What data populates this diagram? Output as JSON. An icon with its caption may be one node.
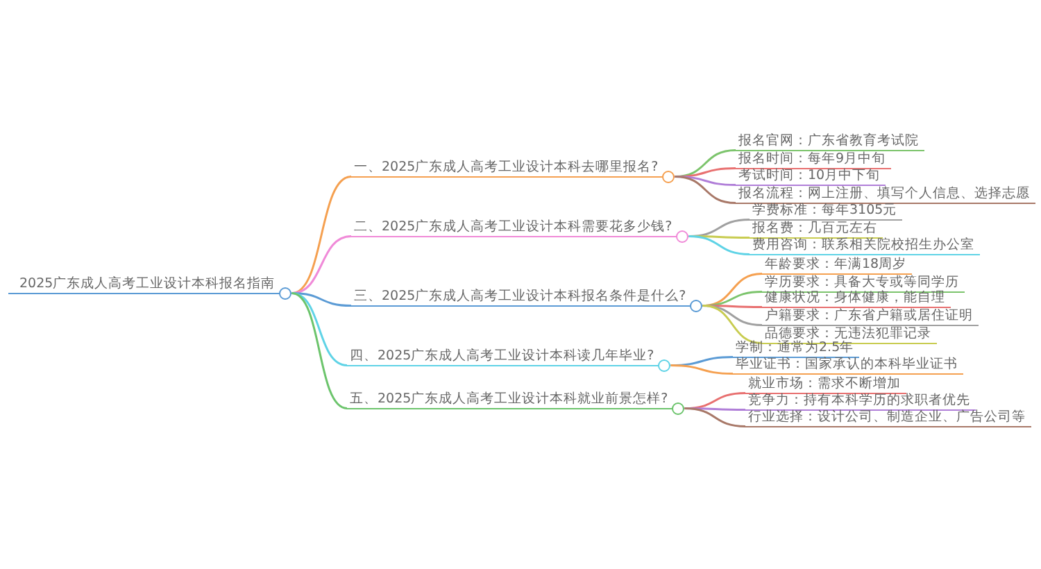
{
  "diagram": {
    "nodes": [
      {
        "text": [
          "2025广东成人高考工业设计本科报名指南"
        ]
      },
      {
        "text": [
          "一、2025广东成人高考工业设计本科去哪里报名?"
        ]
      },
      {
        "text": [
          "报名官网：广东省教育考试院"
        ]
      },
      {
        "text": [
          "报名时间：每年9月中旬"
        ]
      },
      {
        "text": [
          "考试时间：10月中下旬"
        ]
      },
      {
        "text": [
          "报名流程：网上注册、填写个人信息、选择志愿"
        ]
      },
      {
        "text": [
          "二、2025广东成人高考工业设计本科需要花多少钱?"
        ]
      },
      {
        "text": [
          "学费标准：每年3105元"
        ]
      },
      {
        "text": [
          "报名费：几百元左右"
        ]
      },
      {
        "text": [
          "费用咨询：联系相关院校招生办公室"
        ]
      },
      {
        "text": [
          "三、2025广东成人高考工业设计本科报名条件是什么?"
        ]
      },
      {
        "text": [
          "年龄要求：年满18周岁"
        ]
      },
      {
        "text": [
          "学历要求：具备大专或等同学历"
        ]
      },
      {
        "text": [
          "健康状况：身体健康，能自理"
        ]
      },
      {
        "text": [
          "户籍要求：广东省户籍或居住证明"
        ]
      },
      {
        "text": [
          "品德要求：无违法犯罪记录"
        ]
      },
      {
        "text": [
          "四、2025广东成人高考工业设计本科读几年毕业?"
        ]
      },
      {
        "text": [
          "学制：通常为2.5年"
        ]
      },
      {
        "text": [
          "毕业证书：国家承认的本科毕业证书"
        ]
      },
      {
        "text": [
          "五、2025广东成人高考工业设计本科就业前景怎样?"
        ]
      },
      {
        "text": [
          "就业市场：需求不断增加"
        ]
      },
      {
        "text": [
          "竞争力：持有本科学历的求职者优先"
        ]
      },
      {
        "text": [
          "行业选择：设计公司、制造企业、广告公司等"
        ]
      }
    ],
    "edges": [
      {
        "from": 0,
        "to": 1,
        "arrow": "none",
        "color": "#f5a050"
      },
      {
        "from": 1,
        "to": 2,
        "arrow": "none",
        "color": "#7cc46c"
      },
      {
        "from": 1,
        "to": 3,
        "arrow": "none",
        "color": "#e87070"
      },
      {
        "from": 1,
        "to": 4,
        "arrow": "none",
        "color": "#b07ed8"
      },
      {
        "from": 1,
        "to": 5,
        "arrow": "none",
        "color": "#a87868"
      },
      {
        "from": 0,
        "to": 6,
        "arrow": "none",
        "color": "#f08ad8"
      },
      {
        "from": 6,
        "to": 7,
        "arrow": "none",
        "color": "#a0a0a0"
      },
      {
        "from": 6,
        "to": 8,
        "arrow": "none",
        "color": "#c8cc50"
      },
      {
        "from": 6,
        "to": 9,
        "arrow": "none",
        "color": "#5fd3e6"
      },
      {
        "from": 0,
        "to": 10,
        "arrow": "none",
        "color": "#5b9bd5"
      },
      {
        "from": 10,
        "to": 11,
        "arrow": "none",
        "color": "#f5a050"
      },
      {
        "from": 10,
        "to": 12,
        "arrow": "none",
        "color": "#7cc46c"
      },
      {
        "from": 10,
        "to": 13,
        "arrow": "none",
        "color": "#e87070"
      },
      {
        "from": 10,
        "to": 14,
        "arrow": "none",
        "color": "#a0a0a0"
      },
      {
        "from": 10,
        "to": 15,
        "arrow": "none",
        "color": "#c8cc50"
      },
      {
        "from": 0,
        "to": 16,
        "arrow": "none",
        "color": "#5fd3e6"
      },
      {
        "from": 16,
        "to": 17,
        "arrow": "none",
        "color": "#5b9bd5"
      },
      {
        "from": 16,
        "to": 18,
        "arrow": "none",
        "color": "#f5a050"
      },
      {
        "from": 0,
        "to": 19,
        "arrow": "none",
        "color": "#6cc46c"
      },
      {
        "from": 19,
        "to": 20,
        "arrow": "none",
        "color": "#e87070"
      },
      {
        "from": 19,
        "to": 21,
        "arrow": "none",
        "color": "#b07ed8"
      },
      {
        "from": 19,
        "to": 22,
        "arrow": "none",
        "color": "#a87868"
      }
    ]
  }
}
